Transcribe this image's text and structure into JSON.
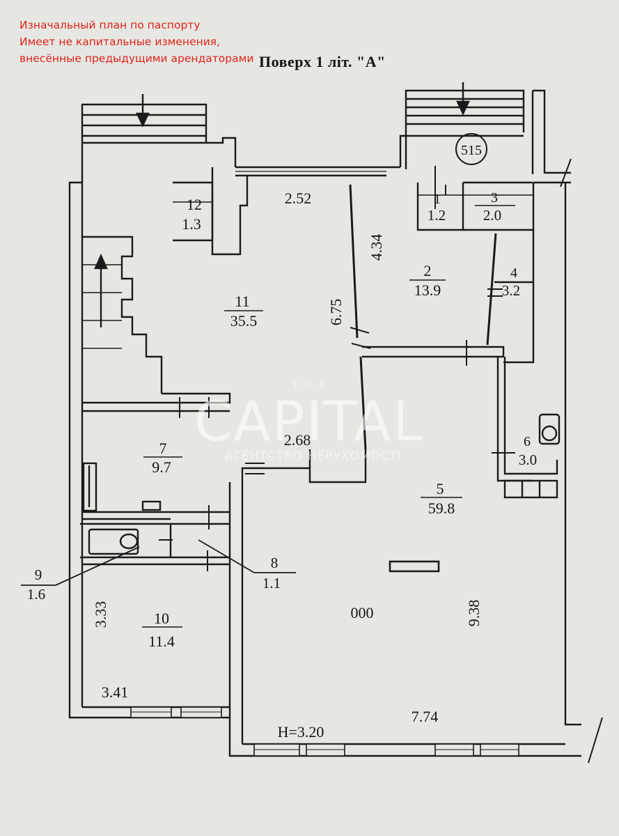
{
  "notes": [
    "Изначальный план по паспорту",
    "Имеет не капитальные изменения,",
    "внесённые предыдущими арендаторами"
  ],
  "title": "Поверх 1  літ. \"А\"",
  "stamp": "515",
  "rooms": [
    {
      "id": "11",
      "area": "35.5"
    },
    {
      "id": "12",
      "area": "1.3"
    },
    {
      "id": "1",
      "area": "1.2"
    },
    {
      "id": "3",
      "area": "2.0"
    },
    {
      "id": "2",
      "area": "13.9"
    },
    {
      "id": "4",
      "area": "3.2"
    },
    {
      "id": "7",
      "area": "9.7"
    },
    {
      "id": "6",
      "area": "3.0"
    },
    {
      "id": "5",
      "area": "59.8"
    },
    {
      "id": "8",
      "area": "1.1"
    },
    {
      "id": "9",
      "area": "1.6"
    },
    {
      "id": "10",
      "area": "11.4"
    }
  ],
  "dimensions": [
    "2.52",
    "4.34",
    "6.75",
    "2.68",
    "3.33",
    "3.41",
    "9.38",
    "7.74"
  ],
  "height_label": "H=3.20",
  "code_label": "000",
  "watermark": {
    "small": "T.H.E",
    "brand": "CAPITAL",
    "subtitle": "АГЕНТСТВО НЕРУХОМОСТІ"
  }
}
